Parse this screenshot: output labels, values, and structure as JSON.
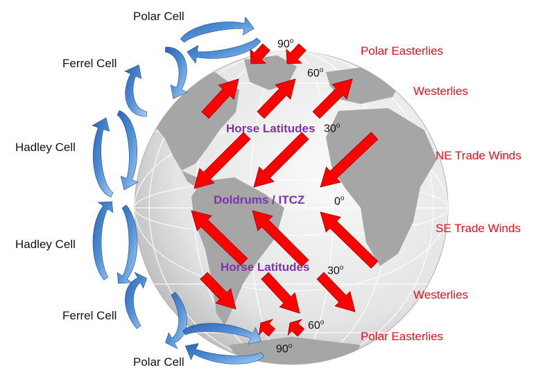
{
  "colors": {
    "arrow_red": "#ff0000",
    "wind_label": "#e8101a",
    "zone_label": "#7b35a8",
    "cell_arrow_blue": "#3a78c4",
    "globe_ocean": "#ececec",
    "globe_land": "#a6a6a6"
  },
  "cells": {
    "polar_north": "Polar Cell",
    "ferrel_north": "Ferrel Cell",
    "hadley_north": "Hadley Cell",
    "hadley_south": "Hadley Cell",
    "ferrel_south": "Ferrel Cell",
    "polar_south": "Polar Cell"
  },
  "winds": {
    "polar_easterlies_north": "Polar Easterlies",
    "westerlies_north": "Westerlies",
    "ne_trade_winds": "NE Trade Winds",
    "se_trade_winds": "SE Trade Winds",
    "westerlies_south": "Westerlies",
    "polar_easterlies_south": "Polar Easterlies"
  },
  "zones": {
    "horse_latitudes_north": "Horse Latitudes",
    "doldrums": "Doldrums / ITCZ",
    "horse_latitudes_south": "Horse Latitudes"
  },
  "latitudes": {
    "n90": "90",
    "n60": "60",
    "n30": "30",
    "eq": "0",
    "s30": "30",
    "s60": "60",
    "s90": "90",
    "degree_mark": "o"
  }
}
